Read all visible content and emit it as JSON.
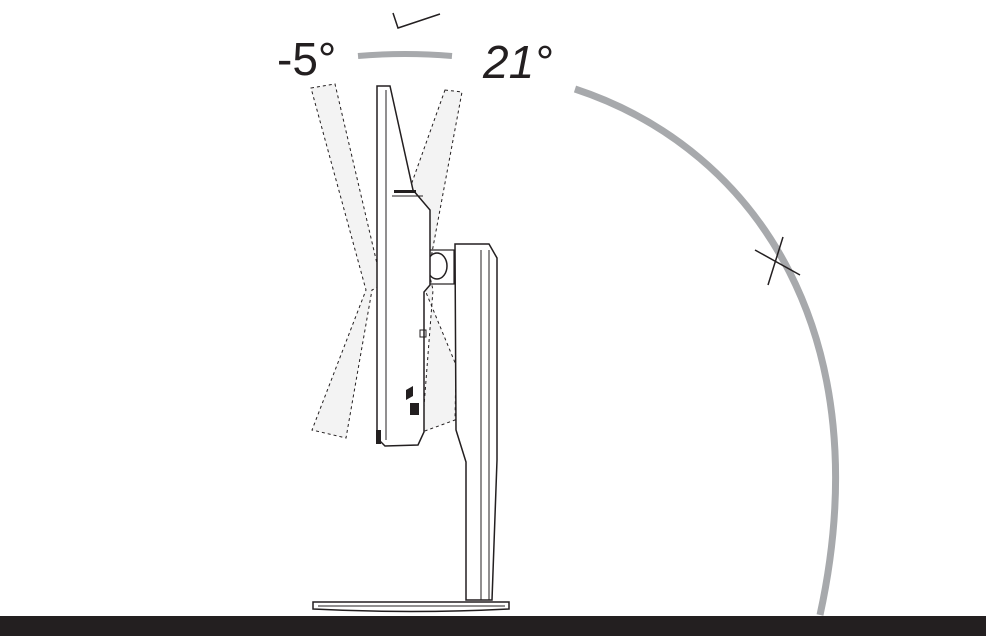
{
  "labels": {
    "tilt_forward": "-5°",
    "tilt_backward": "21°"
  },
  "tilt_range": {
    "forward_degrees": -5,
    "backward_degrees": 21
  },
  "colors": {
    "arc": "#a7a9ac",
    "line": "#231f20",
    "floor": "#231f20",
    "ghost_fill": "#f3f3f3"
  }
}
